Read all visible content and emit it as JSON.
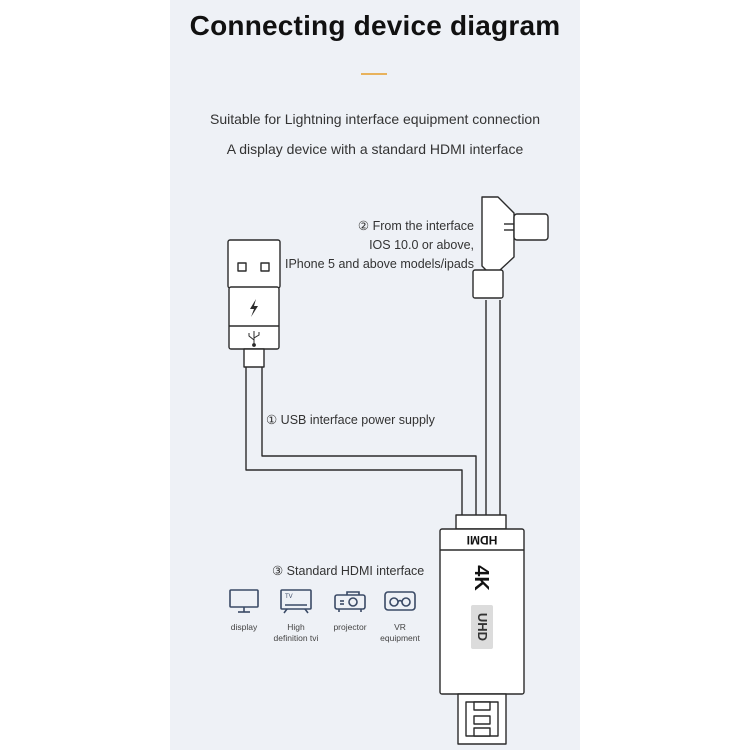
{
  "title": "Connecting device diagram",
  "subtitle_1": "Suitable for Lightning interface equipment connection",
  "subtitle_2": "A display device with a standard HDMI interface",
  "interface_label": {
    "line1": "② From the interface",
    "line2": "IOS 10.0 or above,",
    "line3": "IPhone 5 and above models/ipads"
  },
  "usb_label": "① USB interface power supply",
  "hdmi_label": "③ Standard HDMI interface",
  "hdmi_box": {
    "brand": "HDMI",
    "resolution": "4K",
    "badge": "UHD"
  },
  "devices": [
    {
      "icon": "monitor-icon",
      "line1": "display",
      "line2": ""
    },
    {
      "icon": "tv-icon",
      "line1": "High",
      "line2": "definition tvi",
      "tv_text": "TV"
    },
    {
      "icon": "projector-icon",
      "line1": "projector",
      "line2": ""
    },
    {
      "icon": "vr-headset-icon",
      "line1": "VR",
      "line2": "equipment"
    }
  ],
  "colors": {
    "panel_bg": "#eef1f6",
    "accent": "#e8b25c",
    "stroke": "#2b2b2b",
    "icon": "#3a4a66"
  }
}
